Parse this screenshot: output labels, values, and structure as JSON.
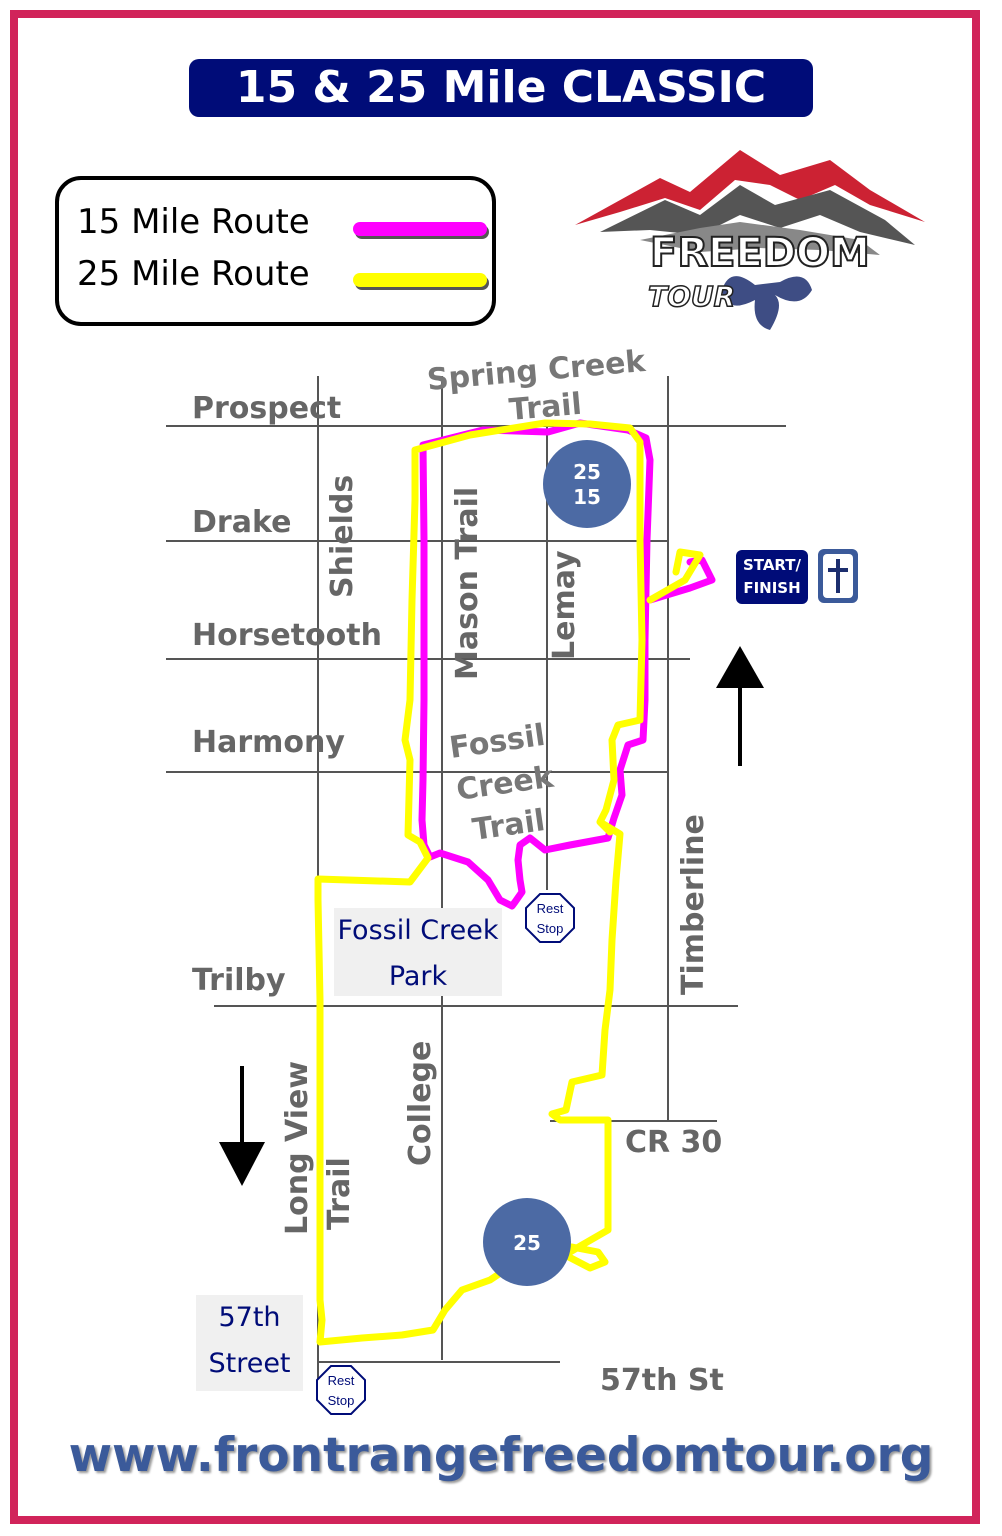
{
  "title": "15 & 25 Mile CLASSIC",
  "legend": {
    "items": [
      {
        "label": "15 Mile Route",
        "color": "#ff00ff"
      },
      {
        "label": "25 Mile Route",
        "color": "#ffff00"
      }
    ]
  },
  "logo": {
    "line1": "FREEDOM",
    "line2": "TOUR"
  },
  "streets": {
    "prospect": "Prospect",
    "drake": "Drake",
    "horsetooth": "Horsetooth",
    "harmony": "Harmony",
    "trilby": "Trilby",
    "cr30": "CR 30",
    "st57": "57th St",
    "shields": "Shields",
    "mason_trail": "Mason Trail",
    "lemay": "Lemay",
    "timberline": "Timberline",
    "college": "College",
    "long_view_trail_1": "Long View",
    "long_view_trail_2": "Trail"
  },
  "trails": {
    "spring_creek_1": "Spring Creek",
    "spring_creek_2": "Trail",
    "fossil_creek_1": "Fossil",
    "fossil_creek_2": "Creek",
    "fossil_creek_3": "Trail"
  },
  "markers": {
    "m1_top": "25",
    "m1_bottom": "15",
    "m2": "25",
    "rest_line1": "Rest",
    "rest_line2": "Stop"
  },
  "places": {
    "fossil_creek_park_1": "Fossil Creek",
    "fossil_creek_park_2": "Park",
    "st57_box_1": "57th",
    "st57_box_2": "Street"
  },
  "start_finish": {
    "line1": "START/",
    "line2": "FINISH"
  },
  "website": "www.frontrangefreedomtour.org",
  "colors": {
    "frame": "#d1245a",
    "banner": "#000c78",
    "marker": "#4c6aa4",
    "route15": "#ff00ff",
    "route25": "#ffff00"
  }
}
